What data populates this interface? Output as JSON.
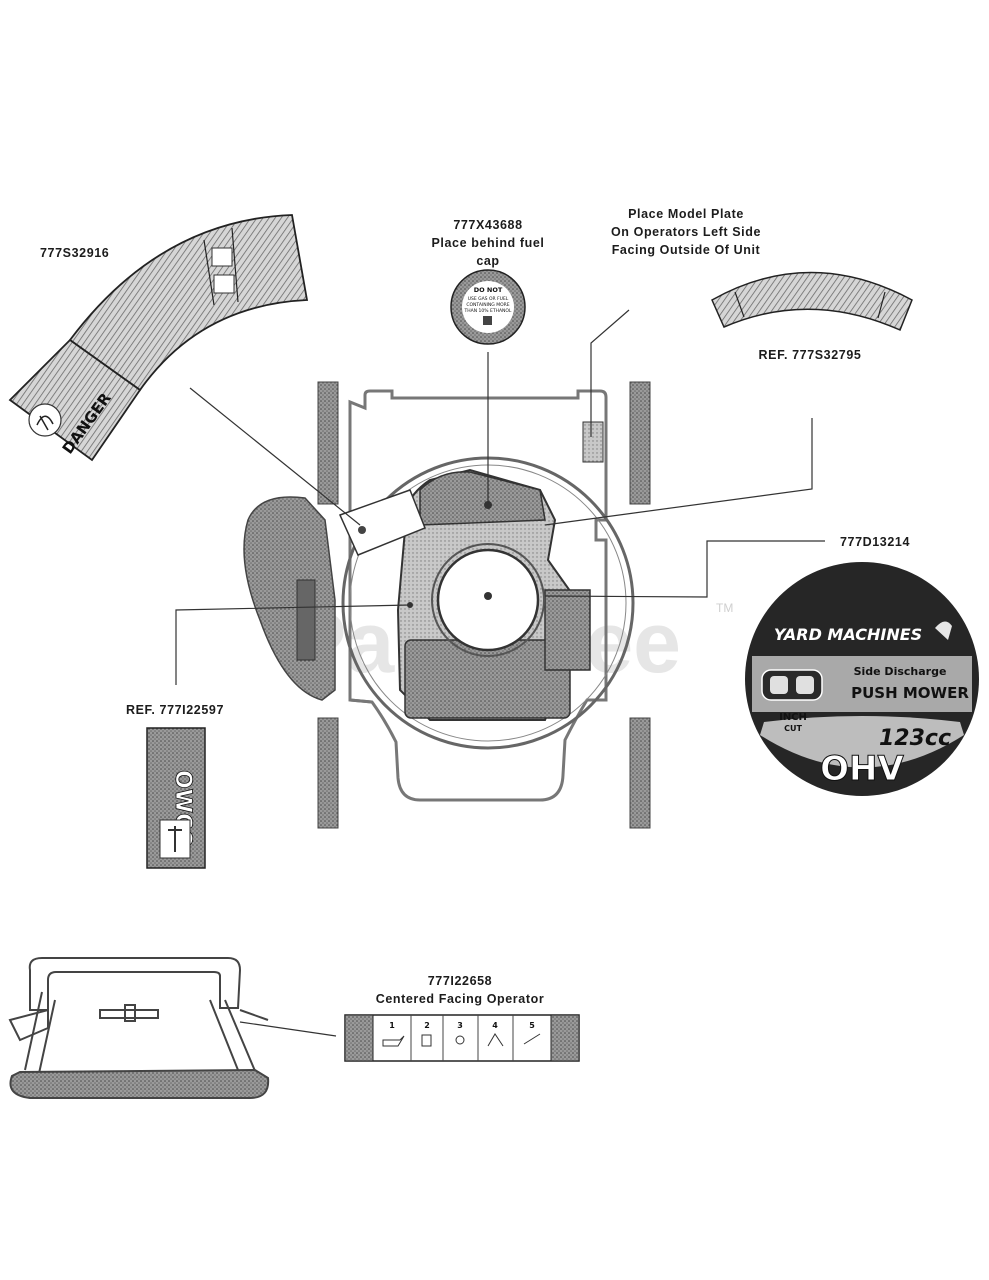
{
  "callouts": {
    "danger_decal_part": "777S32916",
    "fuel_cap_part": "777X43688",
    "fuel_cap_note_1": "Place behind fuel",
    "fuel_cap_note_2": "cap",
    "model_plate_line_1": "Place Model Plate",
    "model_plate_line_2": "On Operators Left Side",
    "model_plate_line_3": "Facing Outside Of Unit",
    "rear_decal_ref": "REF. 777S32795",
    "round_decal_part": "777D13214",
    "side_decal_ref": "REF. 777I22597",
    "handle_decal_part": "777I22658",
    "handle_decal_note": "Centered Facing Operator"
  },
  "round_decal": {
    "brand": "YARD MACHINES",
    "line_1": "Side Discharge",
    "line_2": "PUSH MOWER",
    "size_line_1": "INCH",
    "size_line_2": "CUT",
    "displacement": "123cc",
    "engine": "OHV"
  },
  "danger_decal": {
    "word": "DANGER"
  },
  "fuel_cap_decal": {
    "line_1": "DO NOT",
    "line_2": "USE GAS OR FUEL",
    "line_3": "CONTAINING MORE",
    "line_4": "THAN 10% ETHANOL"
  },
  "side_decal": {
    "text": "OWCO"
  },
  "handle_decal": {
    "steps": [
      "1",
      "2",
      "3",
      "4",
      "5"
    ]
  },
  "watermark": {
    "text": "PartsTree",
    "tm": "TM"
  },
  "colors": {
    "ink": "#1c1c1c",
    "gray": "#8a8a8a",
    "dark": "#2a2a2a",
    "watermark": "#e4e4e4"
  }
}
